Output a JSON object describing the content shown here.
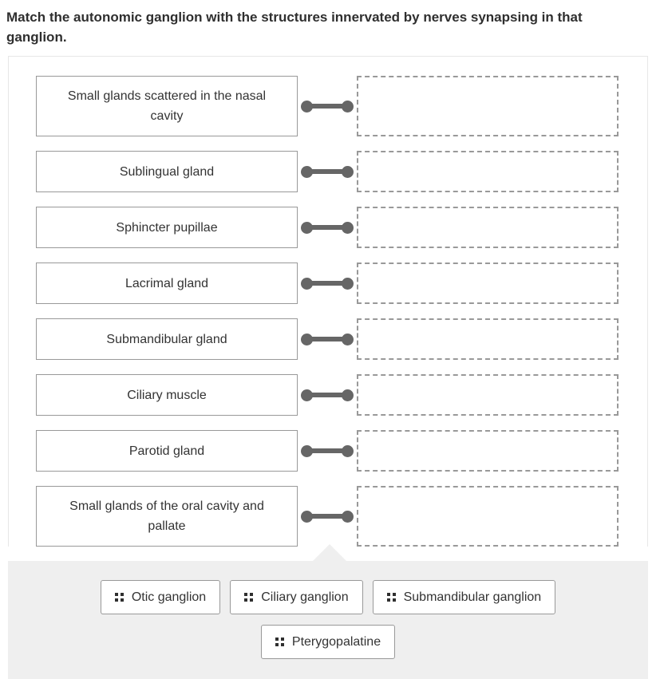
{
  "title": "Match the autonomic ganglion with the structures innervated by nerves synapsing in that ganglion.",
  "rows": [
    {
      "label": "Small glands scattered in the nasal cavity",
      "answer": ""
    },
    {
      "label": "Sublingual gland",
      "answer": ""
    },
    {
      "label": "Sphincter pupillae",
      "answer": ""
    },
    {
      "label": "Lacrimal gland",
      "answer": ""
    },
    {
      "label": "Submandibular gland",
      "answer": ""
    },
    {
      "label": "Ciliary muscle",
      "answer": ""
    },
    {
      "label": "Parotid gland",
      "answer": ""
    },
    {
      "label": "Small glands of the oral cavity and pallate",
      "answer": ""
    }
  ],
  "choices": [
    {
      "label": "Otic ganglion"
    },
    {
      "label": "Ciliary ganglion"
    },
    {
      "label": "Submandibular ganglion"
    },
    {
      "label": "Pterygopalatine"
    }
  ],
  "icons": {
    "drag_handle": "grip-dots-2x2"
  },
  "colors": {
    "text": "#333333",
    "premise_border": "#999999",
    "dropzone_border": "#999999",
    "connector": "#666666",
    "tray_background": "#efefef",
    "panel_border": "#e7e7e7",
    "chip_background": "#ffffff"
  }
}
